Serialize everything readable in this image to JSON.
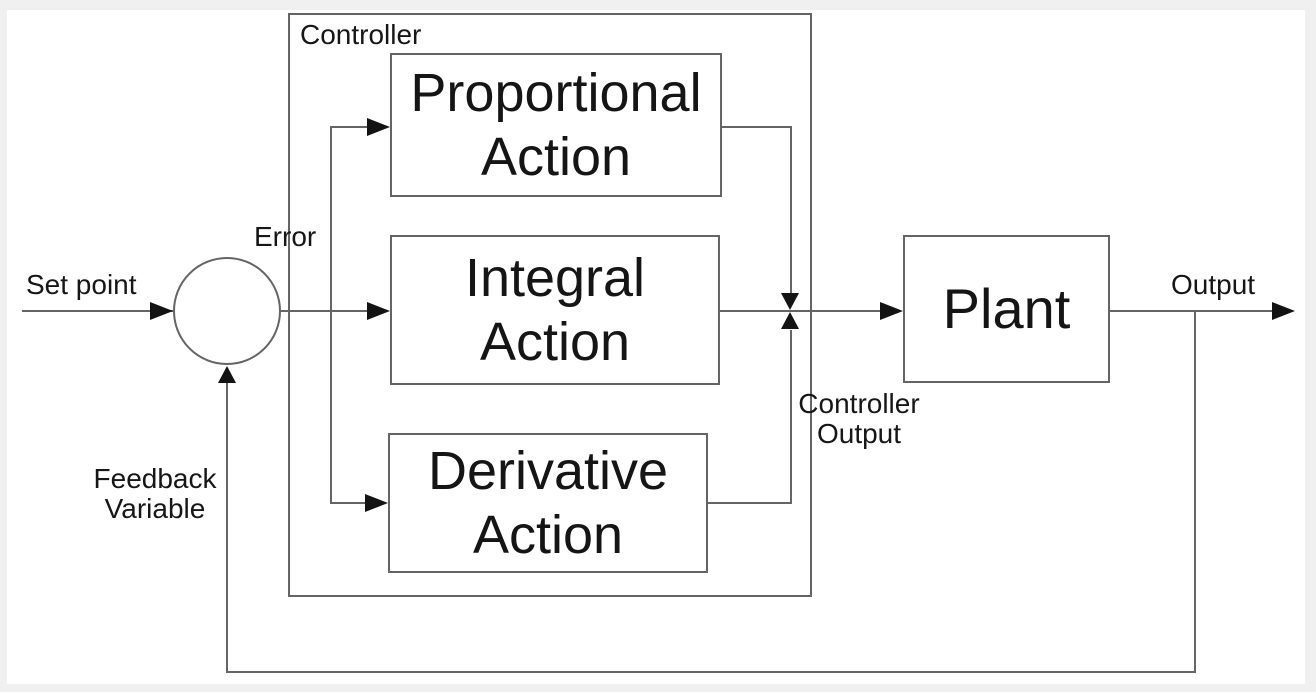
{
  "diagram": {
    "type": "pid-control-loop-block-diagram",
    "colors": {
      "line": "#646567",
      "arrow": "#131313",
      "text": "#161616",
      "canvas": "#ffffff",
      "background": "#f0f0f1"
    },
    "labels": {
      "set_point": "Set point",
      "error": "Error",
      "controller_group": "Controller",
      "controller_output_line1": "Controller",
      "controller_output_line2": "Output",
      "feedback_line1": "Feedback",
      "feedback_line2": "Variable",
      "output": "Output"
    },
    "blocks": {
      "proportional": {
        "line1": "Proportional",
        "line2": "Action"
      },
      "integral": {
        "line1": "Integral",
        "line2": "Action"
      },
      "derivative": {
        "line1": "Derivative",
        "line2": "Action"
      },
      "plant": {
        "label": "Plant"
      }
    }
  }
}
